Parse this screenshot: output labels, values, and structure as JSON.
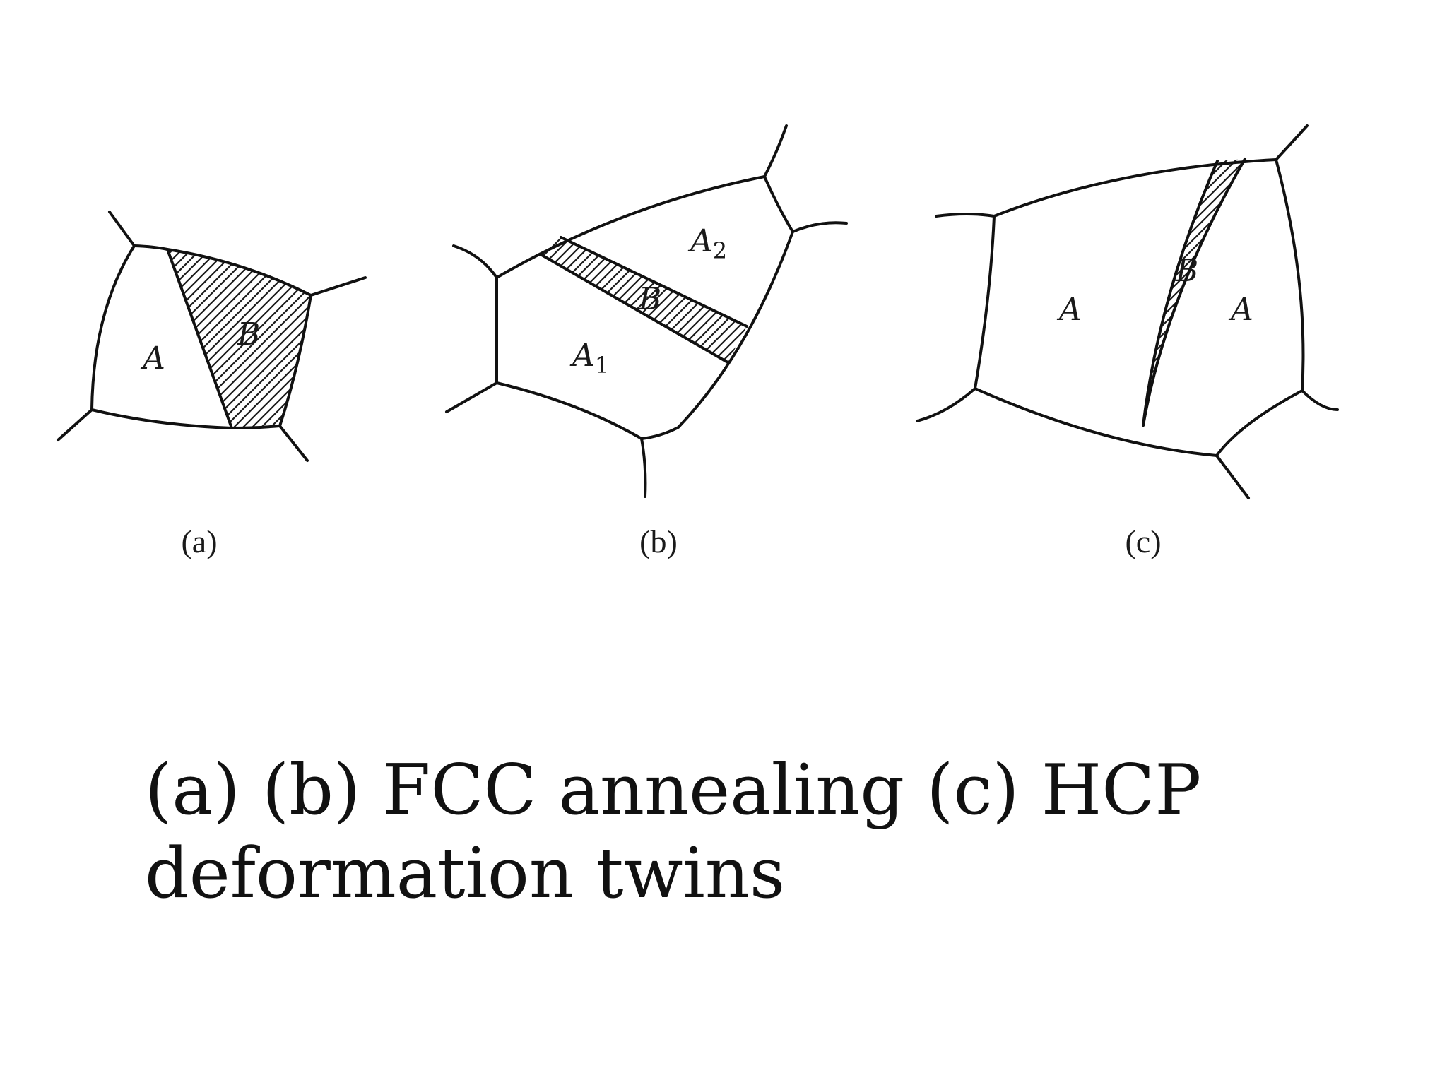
{
  "figure": {
    "panels": [
      {
        "id": "a",
        "sub_caption": "(a)",
        "labels": {
          "grain": "A",
          "twin": "B"
        }
      },
      {
        "id": "b",
        "sub_caption": "(b)",
        "labels": {
          "grain_1": "A",
          "grain_1_sub": "1",
          "grain_2": "A",
          "grain_2_sub": "2",
          "twin": "B"
        }
      },
      {
        "id": "c",
        "sub_caption": "(c)",
        "labels": {
          "grain_left": "A",
          "grain_right": "A",
          "twin": "B"
        }
      }
    ]
  },
  "caption": {
    "line_1": "(a) (b) FCC annealing (c) HCP",
    "line_2": "deformation twins"
  }
}
